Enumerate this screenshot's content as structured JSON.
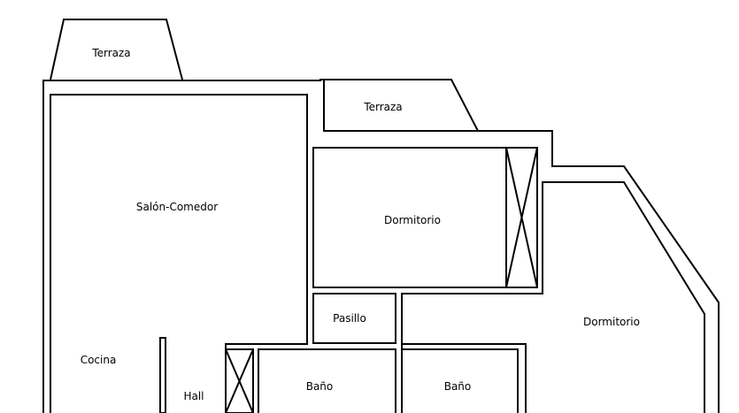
{
  "floorplan": {
    "rooms": {
      "terraza_top_left": "Terraza",
      "terraza_top_right": "Terraza",
      "salon_comedor": "Salón-Comedor",
      "dormitorio_upper": "Dormitorio",
      "dormitorio_right": "Dormitorio",
      "pasillo": "Pasillo",
      "cocina": "Cocina",
      "hall": "Hall",
      "bano_left": "Baño",
      "bano_right": "Baño"
    },
    "colors": {
      "line": "#000000",
      "background": "#ffffff"
    }
  }
}
